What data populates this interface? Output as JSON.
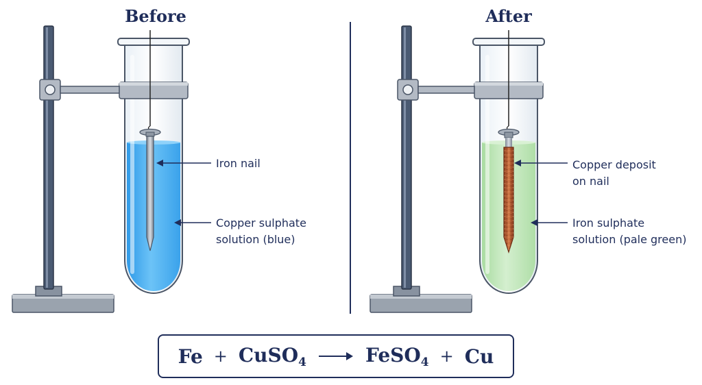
{
  "panels": [
    {
      "heading": "Before",
      "solution_color": "#4db1f2",
      "labels": {
        "nail": "Iron nail",
        "solution_line1": "Copper sulphate",
        "solution_line2": "solution (blue)"
      }
    },
    {
      "heading": "After",
      "solution_color": "#bfe6b8",
      "labels": {
        "nail_line1": "Copper deposit",
        "nail_line2": "on nail",
        "solution_line1": "Iron sulphate",
        "solution_line2": "solution (pale green)"
      }
    }
  ],
  "equation": {
    "reactant1": "Fe",
    "plus1": "+",
    "reactant2": "CuSO",
    "reactant2_sub": "4",
    "product1": "FeSO",
    "product1_sub": "4",
    "plus2": "+",
    "product2": "Cu"
  },
  "colors": {
    "ink": "#1f2d5a",
    "stand": "#4a5a72",
    "clamp": "#a8b0bc",
    "copper": "#b5592f",
    "iron": "#9aa2ad"
  }
}
